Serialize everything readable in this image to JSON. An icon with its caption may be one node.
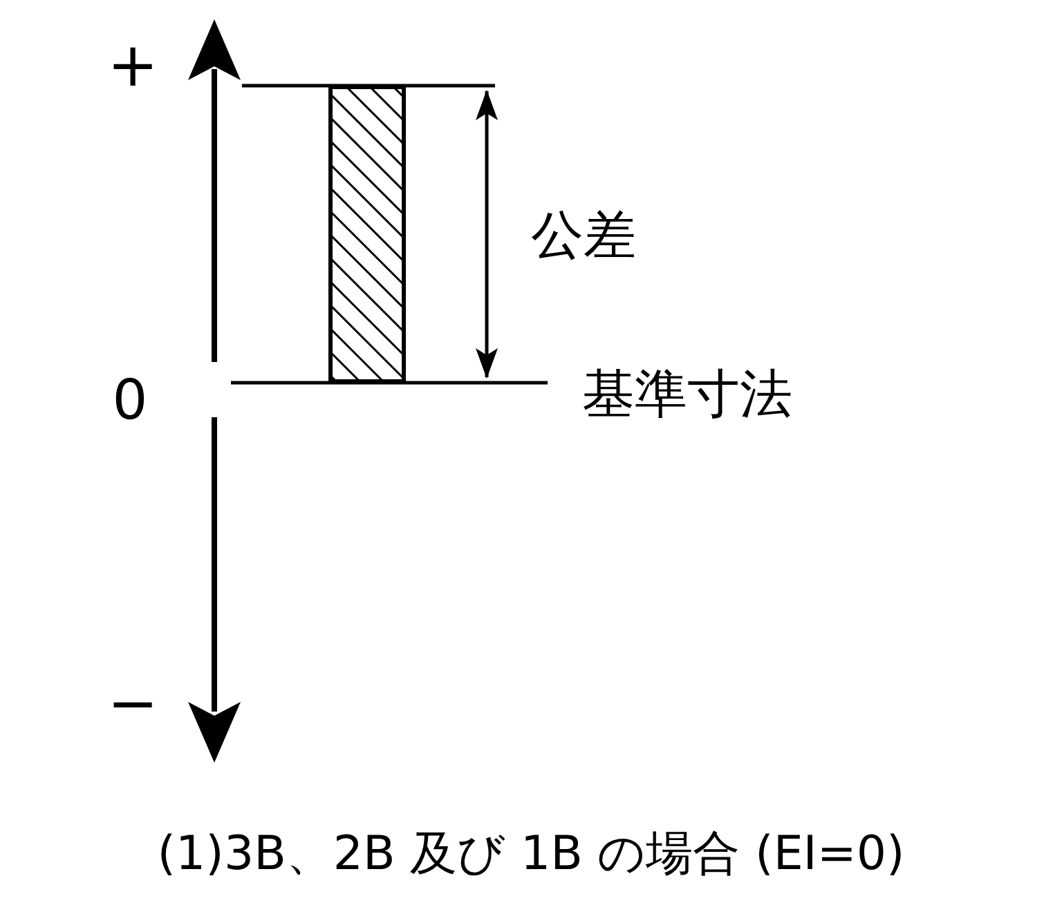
{
  "diagram": {
    "caption": "(1)3B、2B 及び 1B の場合 (EI=0)",
    "nodes": [
      {
        "text": [],
        "shape": "bar"
      }
    ],
    "labels": [
      "+",
      "公差",
      "0",
      "基準寸法",
      "−"
    ]
  }
}
